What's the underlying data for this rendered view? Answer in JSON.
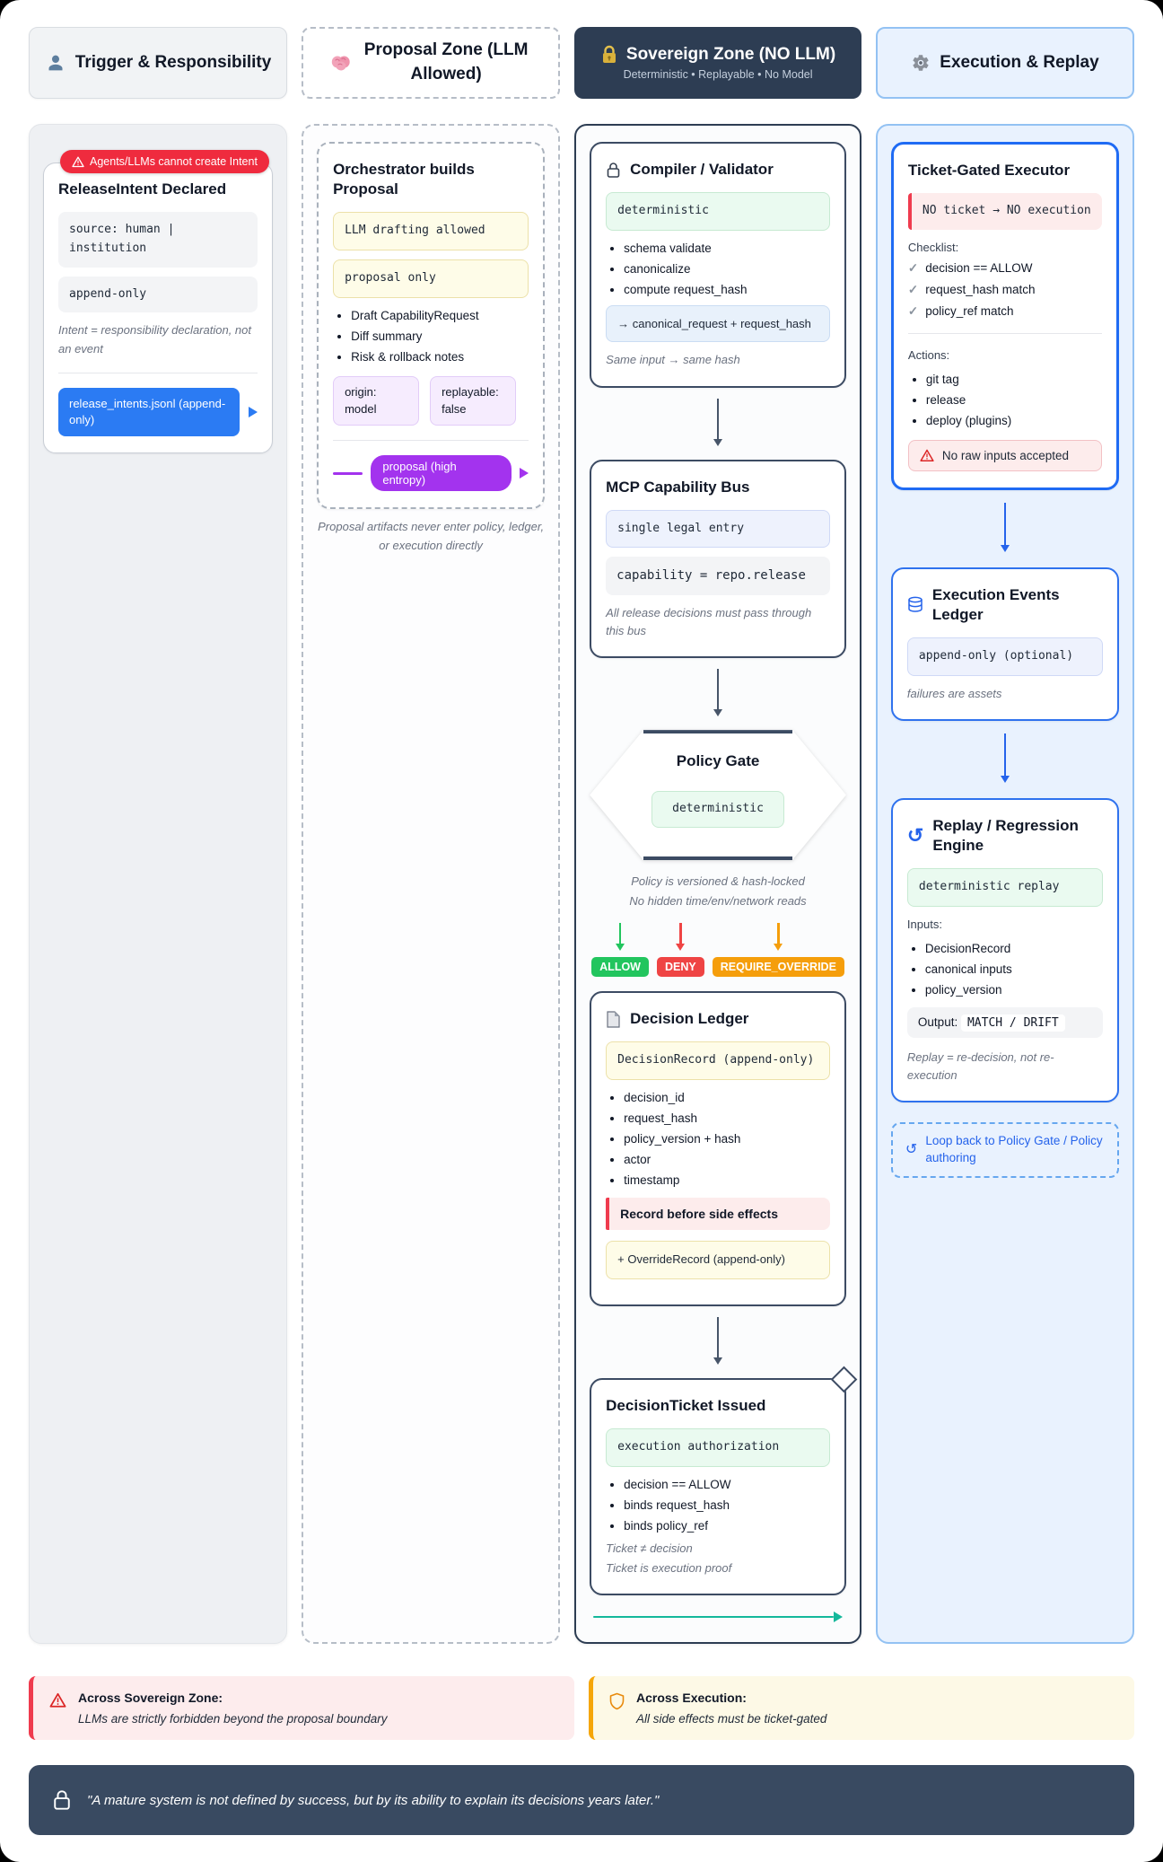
{
  "colors": {
    "navy": "#2d3d53",
    "accent_blue": "#2b7bf3",
    "arrow_dark": "#475569",
    "arrow_blue": "#2563eb",
    "allow_green": "#22c55e",
    "deny_red": "#ef4444",
    "override_orange": "#f59e0b",
    "purple": "#a333ee",
    "teal": "#14b89b",
    "badge_red": "#ef2b3e"
  },
  "icons": {
    "check": "✓",
    "replay": "↺",
    "loop": "↺"
  },
  "columns": {
    "trigger": {
      "header": {
        "title": "Trigger & Responsibility"
      },
      "badge": "Agents/LLMs cannot create Intent",
      "card": {
        "title": "ReleaseIntent Declared",
        "code_source": "source: human | institution",
        "code_append": "append-only",
        "note": "Intent = responsibility declaration, not an event",
        "file_button": "release_intents.jsonl (append-only)"
      }
    },
    "proposal": {
      "header": {
        "title": "Proposal Zone (LLM Allowed)"
      },
      "card": {
        "title": "Orchestrator builds Proposal",
        "code_llm": "LLM drafting allowed",
        "code_proposal": "proposal only",
        "bullets": [
          "Draft CapabilityRequest",
          "Diff summary",
          "Risk & rollback notes"
        ],
        "chips": [
          "origin: model",
          "replayable: false"
        ],
        "flow_badge": "proposal (high entropy)"
      },
      "caption": "Proposal artifacts never enter policy, ledger, or execution directly"
    },
    "sovereign": {
      "header": {
        "title": "Sovereign Zone (NO LLM)",
        "subtitle": "Deterministic • Replayable • No Model"
      },
      "compiler": {
        "title": "Compiler / Validator",
        "tag": "deterministic",
        "bullets": [
          "schema validate",
          "canonicalize",
          "compute request_hash"
        ],
        "output": "→ canonical_request + request_hash",
        "note": "Same input → same hash"
      },
      "bus": {
        "title": "MCP Capability Bus",
        "tag": "single legal entry",
        "code": "capability = repo.release",
        "note": "All release decisions must pass through this bus"
      },
      "gate": {
        "title": "Policy Gate",
        "tag": "deterministic",
        "note1": "Policy is versioned & hash-locked",
        "note2": "No hidden time/env/network reads",
        "outcomes": [
          {
            "label": "ALLOW"
          },
          {
            "label": "DENY"
          },
          {
            "label": "REQUIRE_OVERRIDE"
          }
        ]
      },
      "ledger": {
        "title": "Decision Ledger",
        "code": "DecisionRecord (append-only)",
        "bullets": [
          "decision_id",
          "request_hash",
          "policy_version + hash",
          "actor",
          "timestamp"
        ],
        "callout": "Record before side effects",
        "code2": "+ OverrideRecord (append-only)"
      },
      "ticket": {
        "title": "DecisionTicket Issued",
        "tag": "execution authorization",
        "bullets": [
          "decision == ALLOW",
          "binds request_hash",
          "binds policy_ref"
        ],
        "note1": "Ticket ≠ decision",
        "note2": "Ticket is execution proof"
      }
    },
    "execution": {
      "header": {
        "title": "Execution & Replay"
      },
      "executor": {
        "title": "Ticket-Gated Executor",
        "alert": "NO ticket → NO execution",
        "checklist_label": "Checklist:",
        "checklist": [
          "decision == ALLOW",
          "request_hash match",
          "policy_ref match"
        ],
        "actions_label": "Actions:",
        "actions": [
          "git tag",
          "release",
          "deploy (plugins)"
        ],
        "warning": "No raw inputs accepted"
      },
      "events": {
        "title": "Execution Events Ledger",
        "tag": "append-only (optional)",
        "note": "failures are assets"
      },
      "replay": {
        "title": "Replay / Regression Engine",
        "tag": "deterministic replay",
        "inputs_label": "Inputs:",
        "inputs": [
          "DecisionRecord",
          "canonical inputs",
          "policy_version"
        ],
        "output_label": "Output:",
        "output_value": "MATCH / DRIFT",
        "note": "Replay = re-decision, not re-execution"
      },
      "loop_label": "Loop back to Policy Gate / Policy authoring"
    }
  },
  "footnotes": {
    "sovereign": {
      "title": "Across Sovereign Zone:",
      "text": "LLMs are strictly forbidden beyond the proposal boundary"
    },
    "execution": {
      "title": "Across Execution:",
      "text": "All side effects must be ticket-gated"
    }
  },
  "quote": {
    "text": "\"A mature system is not defined by success, but by its ability to explain its decisions years later.\""
  }
}
